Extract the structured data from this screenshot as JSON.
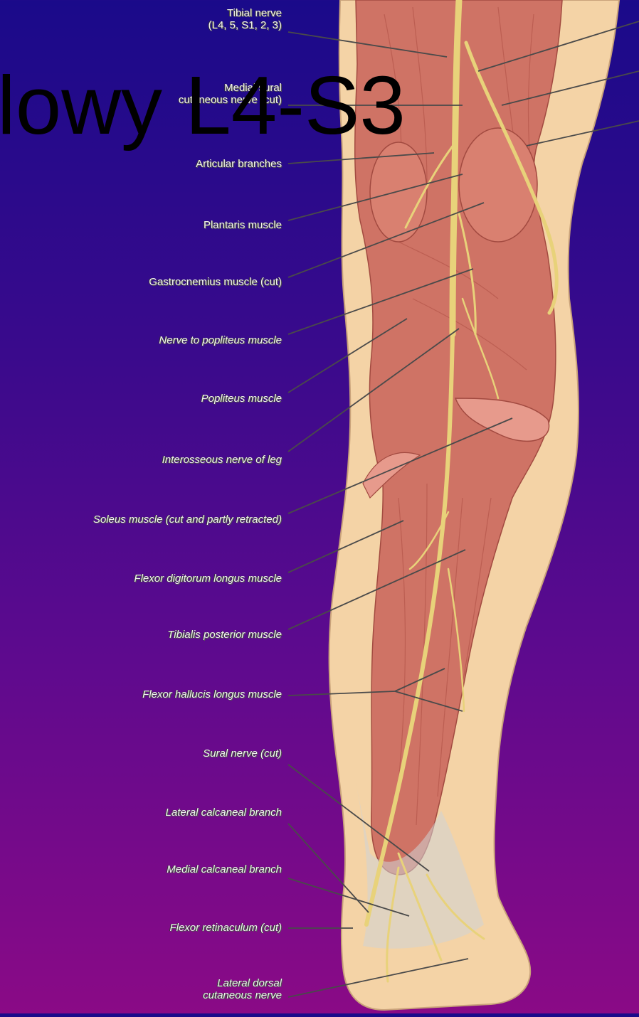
{
  "overlay_title": "lowy L4-S3",
  "colors": {
    "background_top": "#1a0a8a",
    "background_bottom": "#8a0a86",
    "skin": "#f4d3a6",
    "muscle": "#cf7365",
    "nerve": "#e8d27a",
    "leader_line": "#444444"
  },
  "labels": [
    {
      "text": "Tibial nerve\n(L4, 5, S1, 2, 3)",
      "italic": false
    },
    {
      "text": "Medial sural\ncutaneous nerve (cut)",
      "italic": false
    },
    {
      "text": "Articular branches",
      "italic": false
    },
    {
      "text": "Plantaris muscle",
      "italic": false
    },
    {
      "text": "Gastrocnemius muscle (cut)",
      "italic": false
    },
    {
      "text": "Nerve to popliteus muscle",
      "italic": true
    },
    {
      "text": "Popliteus muscle",
      "italic": true
    },
    {
      "text": "Interosseous nerve of leg",
      "italic": true
    },
    {
      "text": "Soleus muscle (cut and partly retracted)",
      "italic": true
    },
    {
      "text": "Flexor digitorum longus muscle",
      "italic": true
    },
    {
      "text": "Tibialis posterior muscle",
      "italic": true
    },
    {
      "text": "Flexor hallucis longus muscle",
      "italic": true
    },
    {
      "text": "Sural nerve (cut)",
      "italic": true
    },
    {
      "text": "Lateral calcaneal branch",
      "italic": true
    },
    {
      "text": "Medial calcaneal branch",
      "italic": true
    },
    {
      "text": "Flexor retinaculum (cut)",
      "italic": true
    },
    {
      "text": "Lateral dorsal\ncutaneous nerve",
      "italic": true
    }
  ]
}
